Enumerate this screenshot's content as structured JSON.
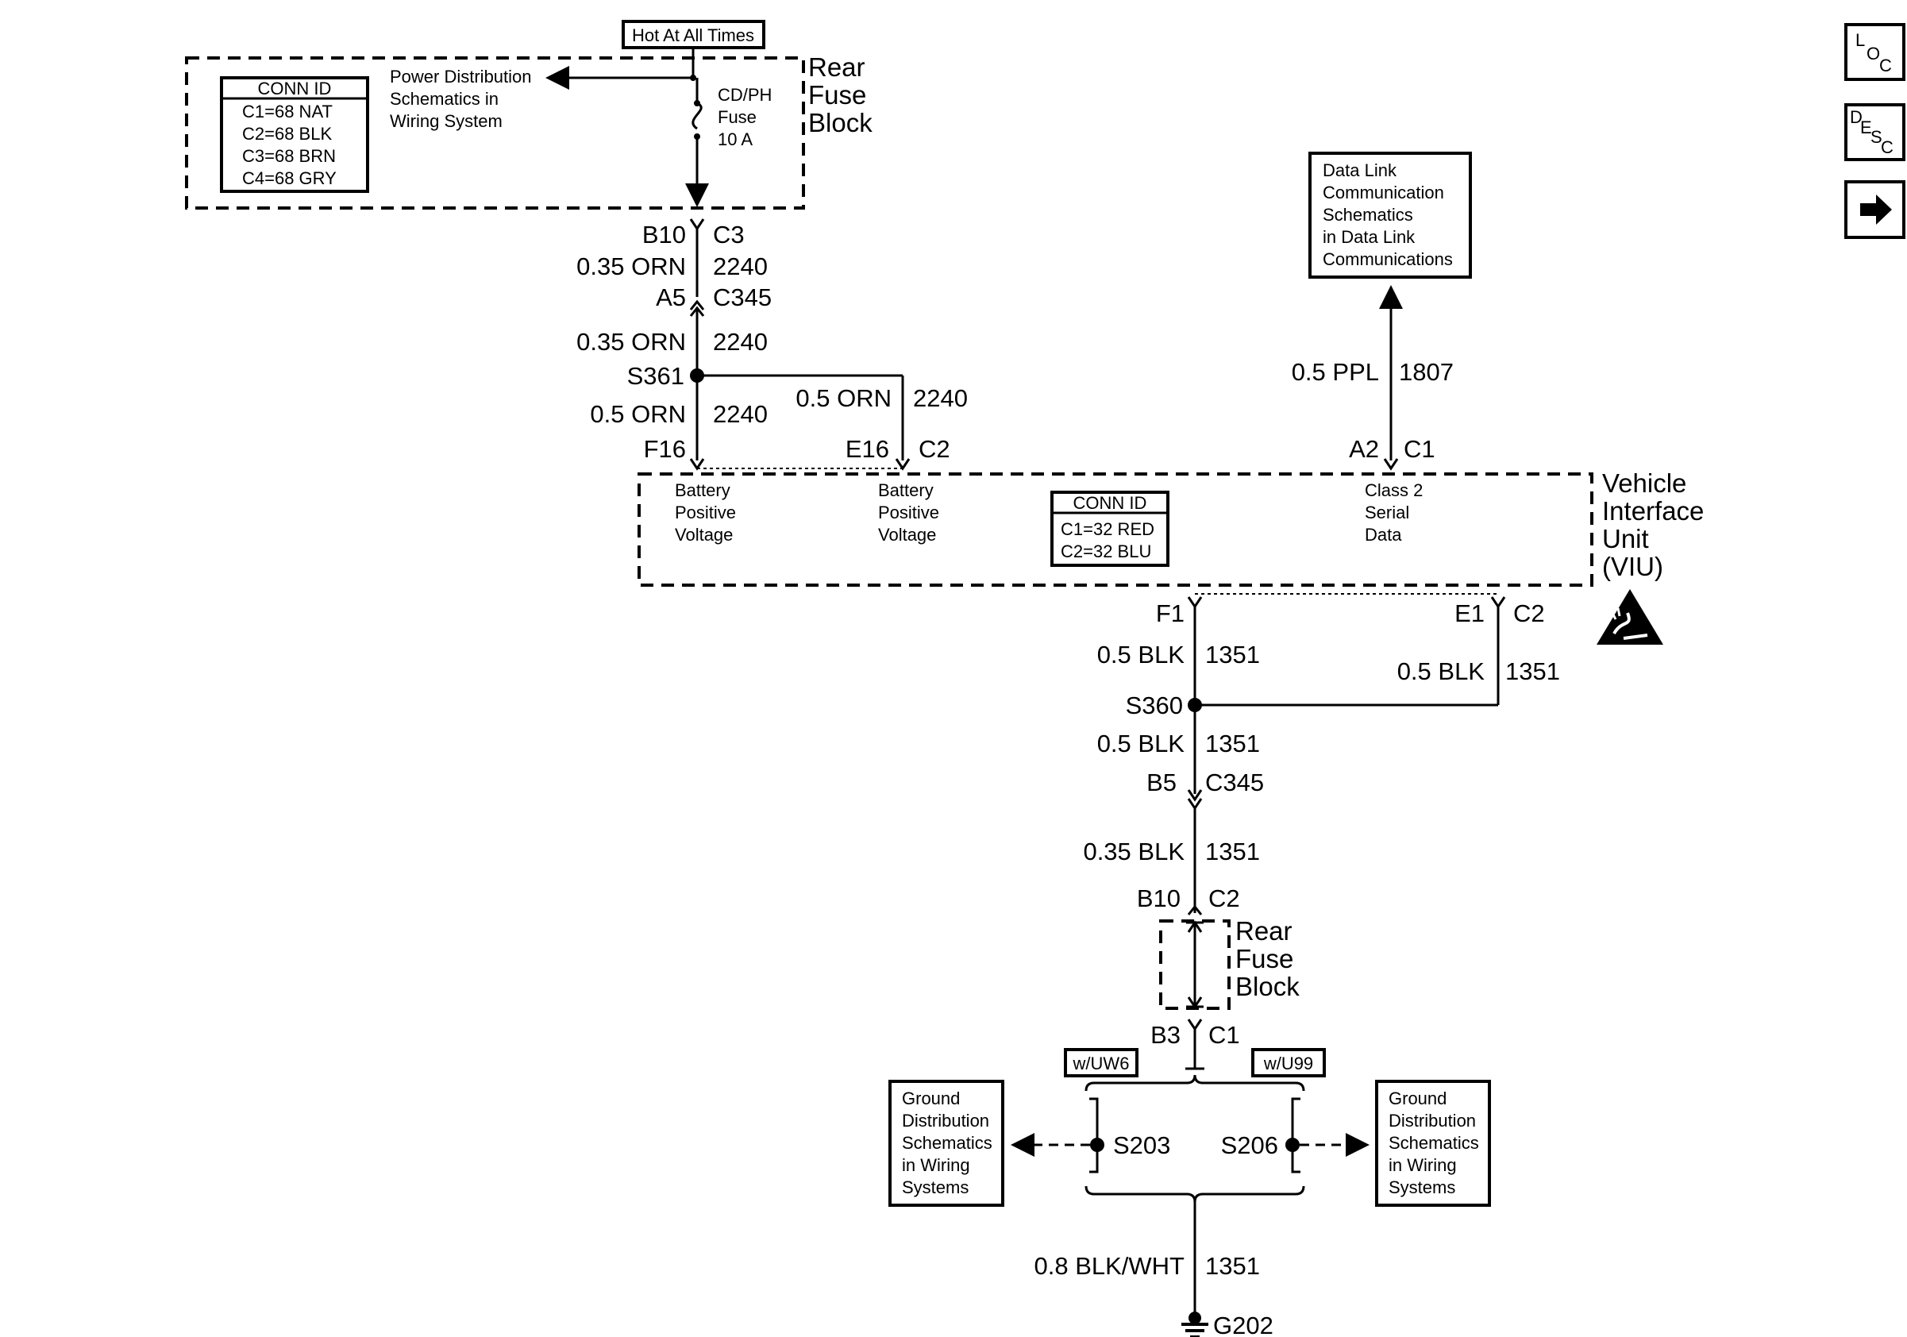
{
  "hot_label": "Hot At All Times",
  "rear_fuse_block": {
    "line1": "Rear",
    "line2": "Fuse",
    "line3": "Block"
  },
  "conn_id_top": {
    "title": "CONN ID",
    "rows": [
      "C1=68 NAT",
      "C2=68 BLK",
      "C3=68 BRN",
      "C4=68 GRY"
    ]
  },
  "power_dist": {
    "line1": "Power Distribution",
    "line2": "Schematics in",
    "line3": "Wiring System"
  },
  "fuse": {
    "line1": "CD/PH",
    "line2": "Fuse",
    "line3": "10 A"
  },
  "c3_conn": {
    "pin": "B10",
    "name": "C3"
  },
  "wire_2240_a": {
    "gauge": "0.35 ORN",
    "circuit": "2240"
  },
  "c345_top": {
    "pin": "A5",
    "name": "C345"
  },
  "wire_2240_b": {
    "gauge": "0.35 ORN",
    "circuit": "2240"
  },
  "s361": "S361",
  "wire_2240_c": {
    "gauge": "0.5 ORN",
    "circuit": "2240"
  },
  "wire_2240_d": {
    "gauge": "0.5 ORN",
    "circuit": "2240"
  },
  "viu_pins_top": {
    "f16": "F16",
    "e16": "E16",
    "c2": "C2",
    "a2": "A2",
    "c1": "C1"
  },
  "viu_inner": {
    "batt1": [
      "Battery",
      "Positive",
      "Voltage"
    ],
    "batt2": [
      "Battery",
      "Positive",
      "Voltage"
    ],
    "class2": [
      "Class 2",
      "Serial",
      "Data"
    ]
  },
  "conn_id_viu": {
    "title": "CONN ID",
    "rows": [
      "C1=32 RED",
      "C2=32 BLU"
    ]
  },
  "viu_label": {
    "line1": "Vehicle",
    "line2": "Interface",
    "line3": "Unit",
    "line4": "(VIU)"
  },
  "data_link": [
    "Data Link",
    "Communication",
    "Schematics",
    "in Data Link",
    "Communications"
  ],
  "wire_1807": {
    "gauge": "0.5 PPL",
    "circuit": "1807"
  },
  "viu_pins_bottom": {
    "f1": "F1",
    "e1": "E1",
    "c2": "C2"
  },
  "wire_1351_a": {
    "gauge": "0.5 BLK",
    "circuit": "1351"
  },
  "wire_1351_b": {
    "gauge": "0.5 BLK",
    "circuit": "1351"
  },
  "s360": "S360",
  "wire_1351_c": {
    "gauge": "0.5 BLK",
    "circuit": "1351"
  },
  "c345_bottom": {
    "pin": "B5",
    "name": "C345"
  },
  "wire_1351_d": {
    "gauge": "0.35 BLK",
    "circuit": "1351"
  },
  "c2_fuse": {
    "pin": "B10",
    "name": "C2"
  },
  "rear_fuse_block_2": {
    "line1": "Rear",
    "line2": "Fuse",
    "line3": "Block"
  },
  "c1_fuse": {
    "pin": "B3",
    "name": "C1"
  },
  "opt_uw6": "w/UW6",
  "opt_u99": "w/U99",
  "s203": "S203",
  "s206": "S206",
  "ground_dist_left": [
    "Ground",
    "Distribution",
    "Schematics",
    "in Wiring",
    "Systems"
  ],
  "ground_dist_right": [
    "Ground",
    "Distribution",
    "Schematics",
    "in Wiring",
    "Systems"
  ],
  "wire_1351_e": {
    "gauge": "0.8 BLK/WHT",
    "circuit": "1351"
  },
  "g202": "G202",
  "nav": {
    "loc": {
      "l": "L",
      "o": "O",
      "c": "C"
    },
    "desc": {
      "d": "D",
      "e": "E",
      "s": "S",
      "c": "C"
    }
  }
}
